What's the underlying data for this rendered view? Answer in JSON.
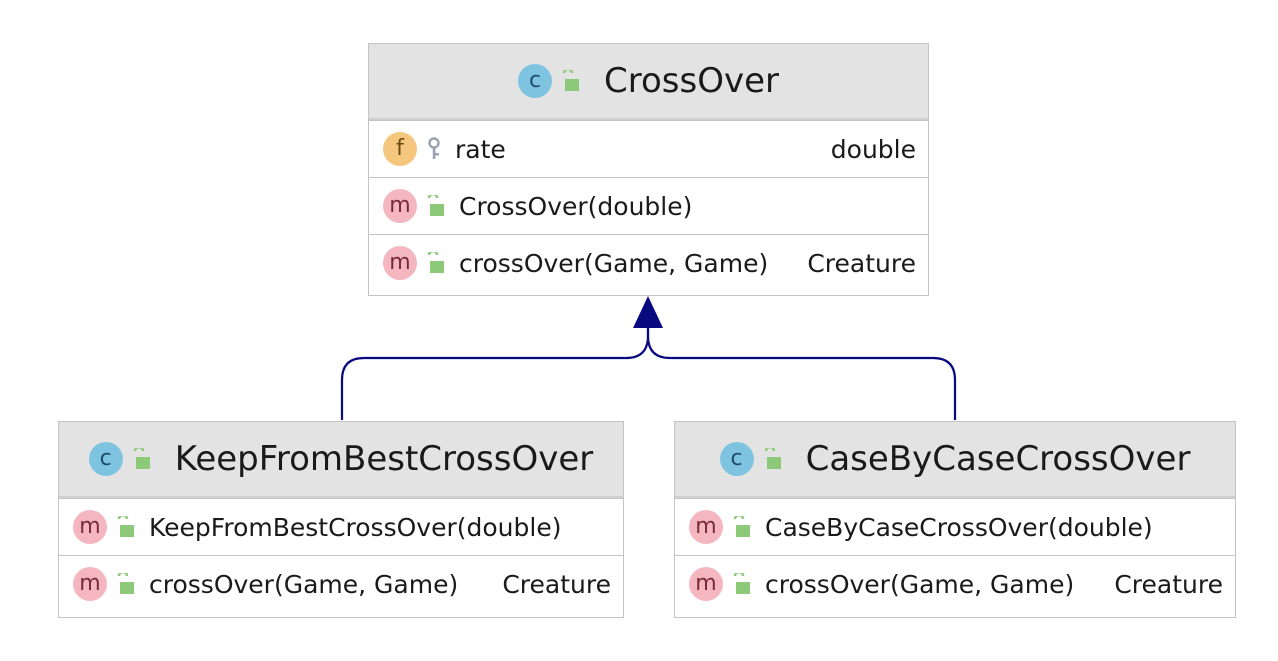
{
  "diagram": {
    "colors": {
      "header_bg": "#e3e3e3",
      "border": "#c4c4c4",
      "edge": "#0a0a80",
      "class_badge": "#7ec3e0",
      "field_badge": "#f5c77e",
      "method_badge": "#f4b7c0",
      "public_icon": "#8cc978",
      "key_icon": "#9aa3ad"
    },
    "classes": [
      {
        "name": "CrossOver",
        "badge": "c",
        "fields": [
          {
            "badge": "f",
            "visibility": "key-icon",
            "name": "rate",
            "type": "double"
          }
        ],
        "methods": [
          {
            "badge": "m",
            "visibility": "public-lock-icon",
            "signature": "CrossOver(double)",
            "type": ""
          },
          {
            "badge": "m",
            "visibility": "public-lock-icon",
            "signature": "crossOver(Game, Game)",
            "type": "Creature"
          }
        ]
      },
      {
        "name": "KeepFromBestCrossOver",
        "badge": "c",
        "fields": [],
        "methods": [
          {
            "badge": "m",
            "visibility": "public-lock-icon",
            "signature": "KeepFromBestCrossOver(double)",
            "type": ""
          },
          {
            "badge": "m",
            "visibility": "public-lock-icon",
            "signature": "crossOver(Game, Game)",
            "type": "Creature"
          }
        ]
      },
      {
        "name": "CaseByCaseCrossOver",
        "badge": "c",
        "fields": [],
        "methods": [
          {
            "badge": "m",
            "visibility": "public-lock-icon",
            "signature": "CaseByCaseCrossOver(double)",
            "type": ""
          },
          {
            "badge": "m",
            "visibility": "public-lock-icon",
            "signature": "crossOver(Game, Game)",
            "type": "Creature"
          }
        ]
      }
    ],
    "relations": [
      {
        "type": "inheritance",
        "from": "KeepFromBestCrossOver",
        "to": "CrossOver"
      },
      {
        "type": "inheritance",
        "from": "CaseByCaseCrossOver",
        "to": "CrossOver"
      }
    ]
  }
}
